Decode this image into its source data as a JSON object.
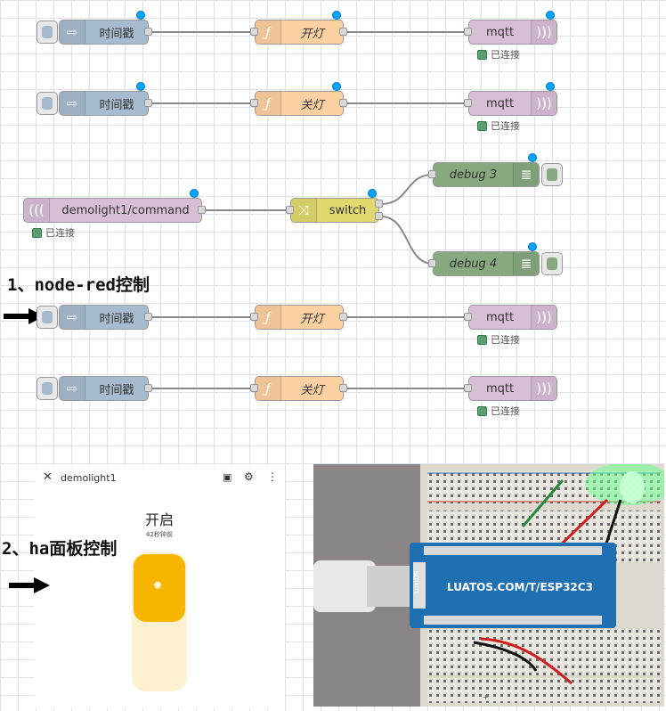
{
  "flow": {
    "rows": [
      {
        "inject_label": "时间戳",
        "func_label": "开灯",
        "out_label": "mqtt",
        "status": "已连接"
      },
      {
        "inject_label": "时间戳",
        "func_label": "关灯",
        "out_label": "mqtt",
        "status": "已连接"
      },
      {
        "inject_label": "时间戳",
        "func_label": "开灯",
        "out_label": "mqtt",
        "status": "已连接"
      },
      {
        "inject_label": "时间戳",
        "func_label": "关灯",
        "out_label": "mqtt",
        "status": "已连接"
      }
    ],
    "mqtt_in": {
      "label": "demolight1/command",
      "status": "已连接"
    },
    "switch": {
      "label": "switch"
    },
    "debug": [
      {
        "label": "debug 3"
      },
      {
        "label": "debug 4"
      }
    ]
  },
  "captions": {
    "node_red": "1、node-red控制",
    "ha": "2、ha面板控制"
  },
  "ha_panel": {
    "title": "demolight1",
    "state": "开启",
    "since": "42秒钟前"
  },
  "photo": {
    "board_label": "LUATOS.COM/T/ESP32C3",
    "chip_label": "LuatOS"
  },
  "colors": {
    "inject": "#a6bbcf",
    "function": "#fdd0a2",
    "mqtt": "#d8bfd8",
    "switch": "#e2d96e",
    "debug": "#87a980",
    "ha_accent": "#f7b500",
    "board": "#1f6fb3"
  }
}
